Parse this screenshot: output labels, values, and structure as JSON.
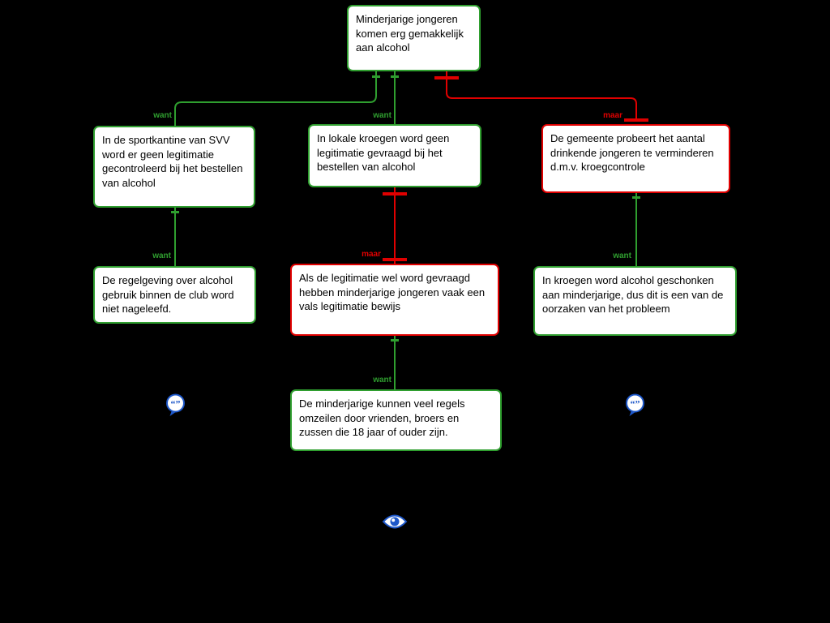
{
  "app": {
    "kind": "argument-map-canvas",
    "background_color": "#000000"
  },
  "colors": {
    "support": "#2f9e2f",
    "objection": "#e00000",
    "icon_blue": "#1d57c9",
    "node_background": "#ffffff",
    "node_text": "#000000"
  },
  "nodes": [
    {
      "id": "root",
      "kind": "support",
      "text": "Minderjarige jongeren komen erg gemakkelijk aan alcohol"
    },
    {
      "id": "sportkantine",
      "kind": "support",
      "text": "In de sportkantine van SVV word er geen legitimatie gecontroleerd bij het bestellen van alcohol"
    },
    {
      "id": "kroegen",
      "kind": "support",
      "text": "In lokale kroegen word geen legitimatie gevraagd bij het bestellen van alcohol"
    },
    {
      "id": "gemeente",
      "kind": "objection",
      "text": "De gemeente probeert het aantal drinkende jongeren te verminderen d.m.v. kroegcontrole"
    },
    {
      "id": "regelgeving",
      "kind": "support",
      "text": "De regelgeving over alcohol gebruik binnen de club word niet nageleefd."
    },
    {
      "id": "vals-bewijs",
      "kind": "objection",
      "text": "Als de legitimatie wel word gevraagd hebben minderjarige jongeren vaak een vals legitimatie bewijs"
    },
    {
      "id": "geschonken",
      "kind": "support",
      "text": "In kroegen word alcohol geschonken aan minderjarige, dus dit is een van de oorzaken van het probleem"
    },
    {
      "id": "omzeilen",
      "kind": "support",
      "text": "De minderjarige kunnen veel regels omzeilen door vrienden, broers en zussen die 18 jaar of ouder zijn."
    }
  ],
  "edges": [
    {
      "id": "root-sportkantine",
      "type": "support",
      "label": "want"
    },
    {
      "id": "root-kroegen",
      "type": "support",
      "label": "want"
    },
    {
      "id": "root-gemeente",
      "type": "objection",
      "label": "maar"
    },
    {
      "id": "sportkantine-regelgeving",
      "type": "support",
      "label": "want"
    },
    {
      "id": "kroegen-valsbewijs",
      "type": "objection",
      "label": "maar"
    },
    {
      "id": "gemeente-geschonken",
      "type": "support",
      "label": "want"
    },
    {
      "id": "valsbewijs-omzeilen",
      "type": "support",
      "label": "want"
    }
  ],
  "icons": [
    {
      "name": "quote-icon",
      "attached_to": "regelgeving"
    },
    {
      "name": "quote-icon",
      "attached_to": "geschonken"
    },
    {
      "name": "eye-icon",
      "attached_to": "omzeilen"
    }
  ]
}
